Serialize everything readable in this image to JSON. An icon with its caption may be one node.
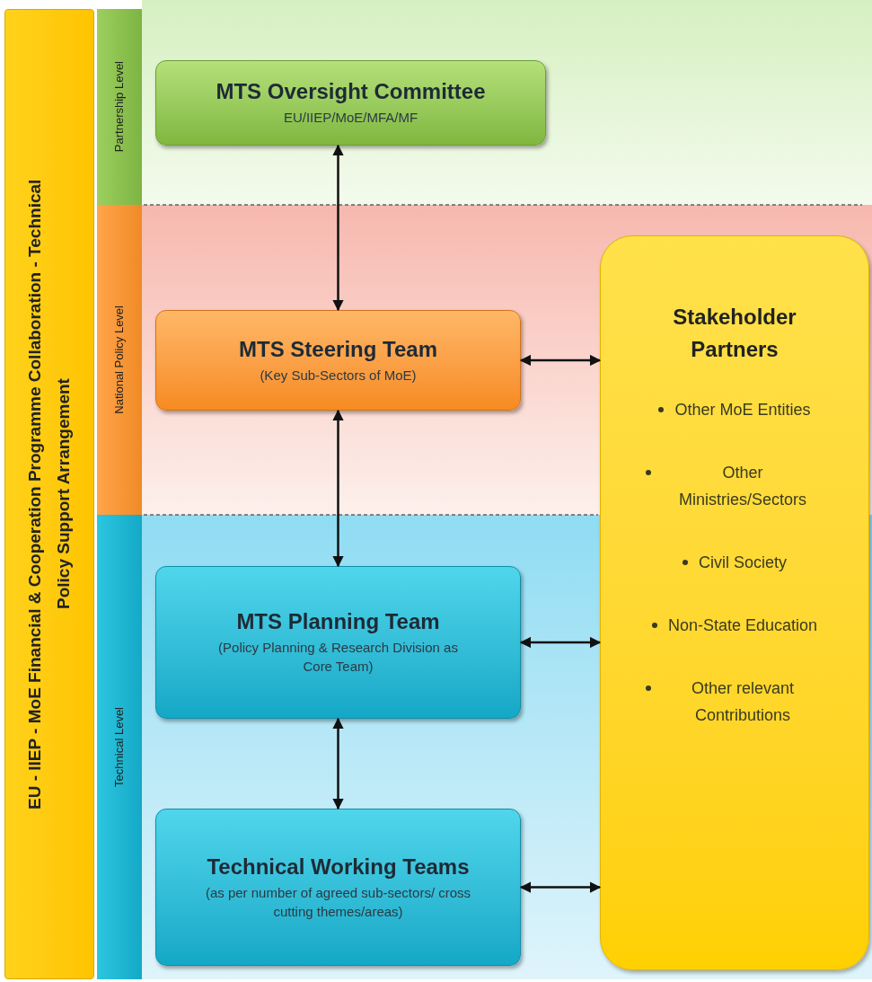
{
  "diagram": {
    "nodes": [
      {
        "text": [
          "EU - IIEP - MoE Financial & Cooperation Programme Collaboration - Technical Policy Support Arrangement"
        ]
      },
      {
        "text": [
          "Partnership Level"
        ]
      },
      {
        "text": [
          "National Policy Level"
        ]
      },
      {
        "text": [
          "Technical Level"
        ]
      },
      {
        "text": [
          "MTS Oversight Committee",
          "EU/IIEP/MoE/MFA/MF"
        ]
      },
      {
        "text": [
          "MTS Steering Team",
          "(Key Sub-Sectors of MoE)"
        ]
      },
      {
        "text": [
          "MTS Planning Team",
          "(Policy Planning & Research Division as Core Team)"
        ]
      },
      {
        "text": [
          "Technical Working Teams",
          "(as per number of agreed sub-sectors/ cross cutting themes/areas)"
        ]
      },
      {
        "text": [
          "Stakeholder Partners",
          "Other MoE Entities",
          "Other Ministries/Sectors",
          "Civil Society",
          "Non-State Education",
          "Other relevant Contributions"
        ]
      }
    ],
    "edges": [
      {
        "from": 4,
        "to": 5,
        "arrow": "both"
      },
      {
        "from": 5,
        "to": 6,
        "arrow": "both"
      },
      {
        "from": 6,
        "to": 7,
        "arrow": "both"
      },
      {
        "from": 5,
        "to": 8,
        "arrow": "both"
      },
      {
        "from": 6,
        "to": 8,
        "arrow": "both"
      },
      {
        "from": 7,
        "to": 8,
        "arrow": "both"
      }
    ]
  }
}
